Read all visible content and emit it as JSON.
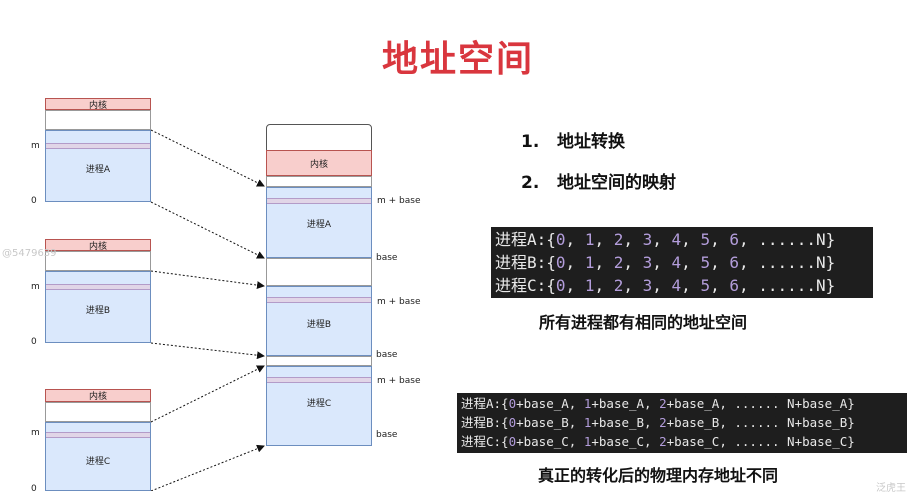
{
  "title": "地址空间",
  "left_blocks": [
    {
      "kernel": "内核",
      "process": "进程A",
      "m": "m",
      "zero": "0"
    },
    {
      "kernel": "内核",
      "process": "进程B",
      "m": "m",
      "zero": "0"
    },
    {
      "kernel": "内核",
      "process": "进程C",
      "m": "m",
      "zero": "0"
    }
  ],
  "physical": {
    "kernel": "内核",
    "procA": "进程A",
    "procB": "进程B",
    "procC": "进程C",
    "m_base": "m + base",
    "base": "base"
  },
  "list": [
    {
      "num": "1.",
      "text": "地址转换"
    },
    {
      "num": "2.",
      "text": "地址空间的映射"
    }
  ],
  "code1": {
    "lines": [
      {
        "name": "进程A",
        "nums": [
          "0",
          "1",
          "2",
          "3",
          "4",
          "5",
          "6"
        ],
        "tail": "......N"
      },
      {
        "name": "进程B",
        "nums": [
          "0",
          "1",
          "2",
          "3",
          "4",
          "5",
          "6"
        ],
        "tail": "......N"
      },
      {
        "name": "进程C",
        "nums": [
          "0",
          "1",
          "2",
          "3",
          "4",
          "5",
          "6"
        ],
        "tail": "......N"
      }
    ]
  },
  "caption1": "所有进程都有相同的地址空间",
  "code2": {
    "lines": [
      {
        "name": "进程A",
        "base": "+base_A",
        "nums": [
          "0",
          "1",
          "2"
        ],
        "tail": "......",
        "last": "N+base_A"
      },
      {
        "name": "进程B",
        "base": "+base_B",
        "nums": [
          "0",
          "1",
          "2"
        ],
        "tail": "......",
        "last": "N+base_B"
      },
      {
        "name": "进程C",
        "base": "+base_C",
        "nums": [
          "0",
          "1",
          "2"
        ],
        "tail": "......",
        "last": "N+base_C"
      }
    ]
  },
  "caption2": "真正的转化后的物理内存地址不同",
  "watermark_left": "@5479639",
  "watermark_right": "泛虎王",
  "colors": {
    "title": "#d9363e",
    "kernel": "#f8cecc",
    "process": "#dae8fc",
    "stripe": "#e1d5e7",
    "code_bg": "#1e1e1e"
  }
}
